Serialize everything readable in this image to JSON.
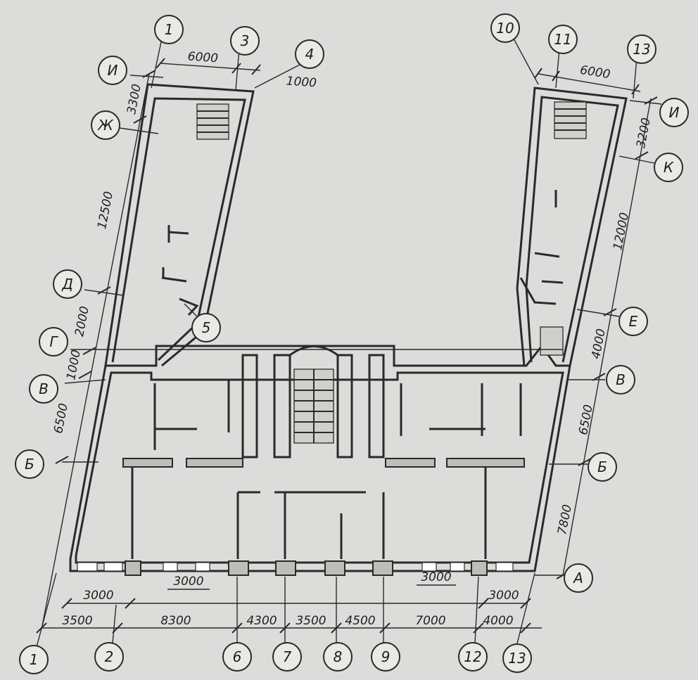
{
  "axes": {
    "bottom": [
      "1",
      "2",
      "6",
      "7",
      "8",
      "9",
      "12",
      "13"
    ],
    "top_left": [
      "1",
      "3",
      "4"
    ],
    "top_right": [
      "10",
      "11",
      "13"
    ],
    "left": [
      "И",
      "Ж",
      "Д",
      "Г",
      "В",
      "Б"
    ],
    "right": [
      "И",
      "К",
      "Е",
      "В",
      "Б",
      "А"
    ]
  },
  "dimensions": {
    "bottom_outer": [
      "3500",
      "8300",
      "4300",
      "3500",
      "4500",
      "7000",
      "4000"
    ],
    "bottom_inner": [
      "3000",
      "3000",
      "3000",
      "3000"
    ],
    "top_left": [
      "6000",
      "1000"
    ],
    "top_right": [
      "6000"
    ],
    "left": [
      "3300",
      "12500",
      "2000",
      "1000",
      "6500"
    ],
    "right": [
      "3200",
      "12000",
      "4000",
      "6500",
      "7800"
    ]
  },
  "callout": "5"
}
